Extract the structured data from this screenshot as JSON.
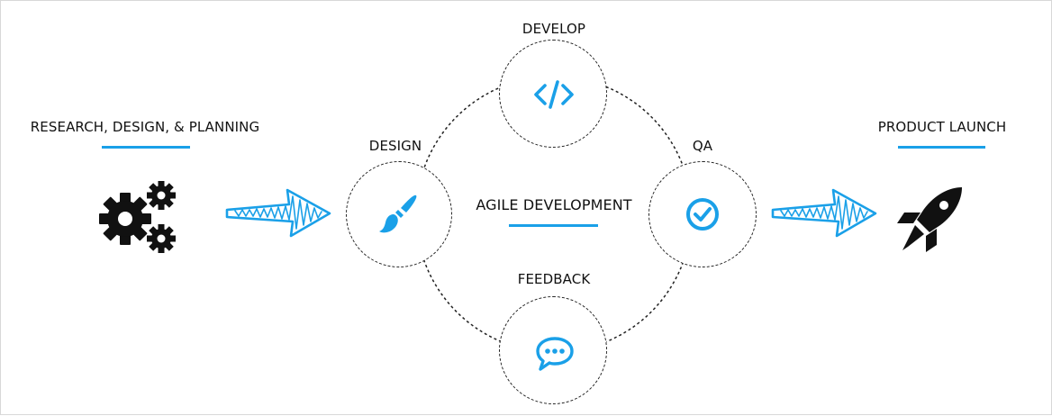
{
  "stages": {
    "research": "RESEARCH, DESIGN, & PLANNING",
    "launch": "PRODUCT LAUNCH"
  },
  "cycle": {
    "center": "AGILE DEVELOPMENT",
    "develop": "DEVELOP",
    "design": "DESIGN",
    "qa": "QA",
    "feedback": "FEEDBACK"
  },
  "colors": {
    "accent": "#1aa0e8",
    "dark": "#111111"
  },
  "icons": {
    "research": "gears-icon",
    "develop": "code-icon",
    "design": "paintbrush-icon",
    "qa": "check-circle-icon",
    "feedback": "chat-bubble-icon",
    "launch": "rocket-icon"
  }
}
